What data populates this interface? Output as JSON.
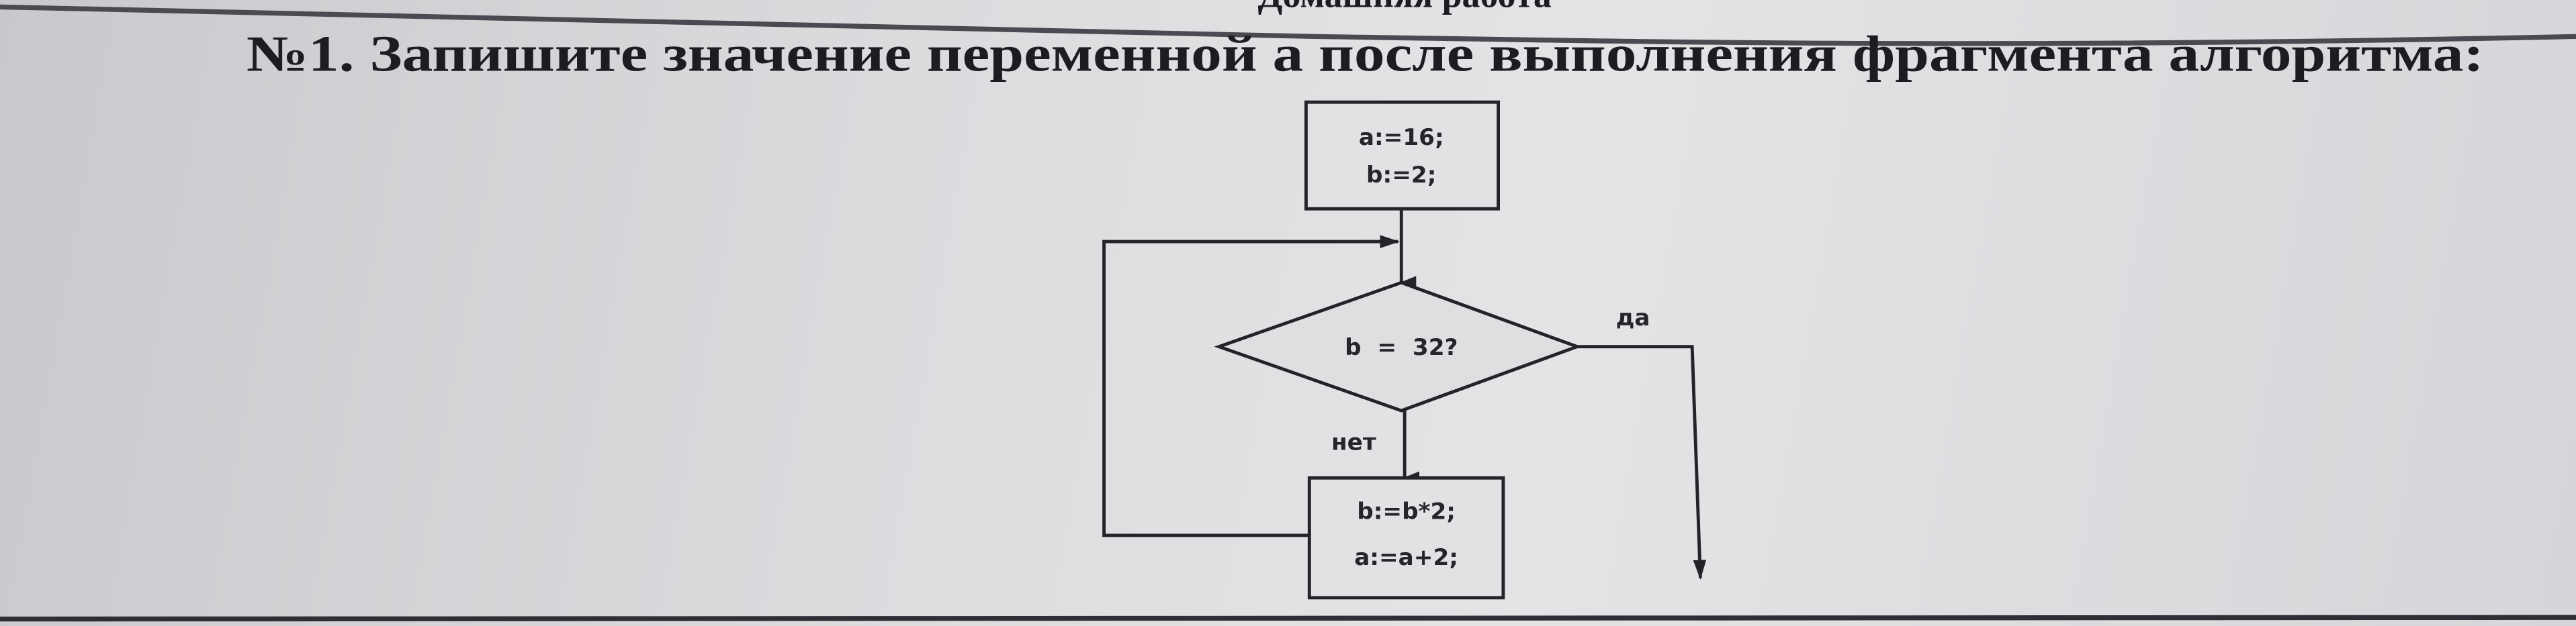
{
  "header_partial": "Домашняя работа",
  "task": {
    "title": "№1. Запишите значение переменной а после выполнения фрагмента алгоритма:"
  },
  "flowchart": {
    "init_block": [
      "a:=16;",
      "b:=2;"
    ],
    "condition": "b  =  32?",
    "yes_label": "да",
    "no_label": "нет",
    "loop_block": [
      "b:=b*2;",
      "a:=a+2;"
    ]
  }
}
